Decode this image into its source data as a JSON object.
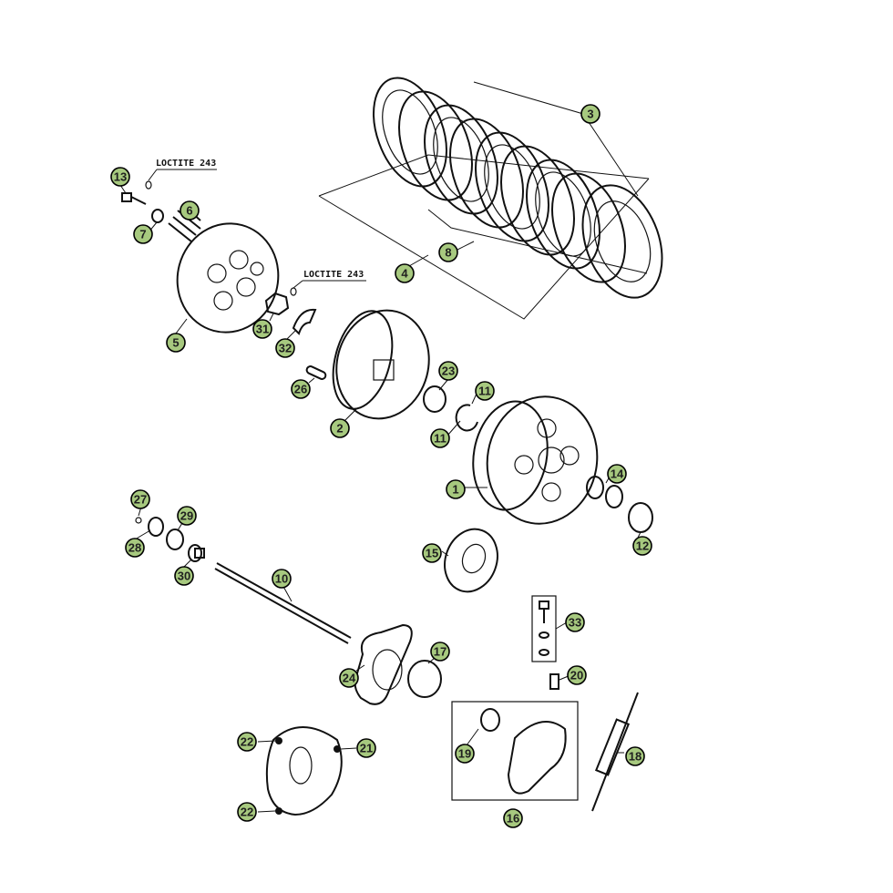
{
  "notes": {
    "loctite_top": "LOCTITE 243",
    "loctite_mid": "LOCTITE 243"
  },
  "callouts": [
    {
      "id": "c1",
      "label": "1"
    },
    {
      "id": "c2",
      "label": "2"
    },
    {
      "id": "c3",
      "label": "3"
    },
    {
      "id": "c4",
      "label": "4"
    },
    {
      "id": "c5",
      "label": "5"
    },
    {
      "id": "c6",
      "label": "6"
    },
    {
      "id": "c7",
      "label": "7"
    },
    {
      "id": "c8",
      "label": "8"
    },
    {
      "id": "c10",
      "label": "10"
    },
    {
      "id": "c11a",
      "label": "11"
    },
    {
      "id": "c11b",
      "label": "11"
    },
    {
      "id": "c12",
      "label": "12"
    },
    {
      "id": "c13",
      "label": "13"
    },
    {
      "id": "c14",
      "label": "14"
    },
    {
      "id": "c15",
      "label": "15"
    },
    {
      "id": "c16",
      "label": "16"
    },
    {
      "id": "c17",
      "label": "17"
    },
    {
      "id": "c18",
      "label": "18"
    },
    {
      "id": "c19",
      "label": "19"
    },
    {
      "id": "c20",
      "label": "20"
    },
    {
      "id": "c21",
      "label": "21"
    },
    {
      "id": "c22a",
      "label": "22"
    },
    {
      "id": "c22b",
      "label": "22"
    },
    {
      "id": "c23",
      "label": "23"
    },
    {
      "id": "c24",
      "label": "24"
    },
    {
      "id": "c26",
      "label": "26"
    },
    {
      "id": "c27",
      "label": "27"
    },
    {
      "id": "c28",
      "label": "28"
    },
    {
      "id": "c29",
      "label": "29"
    },
    {
      "id": "c30",
      "label": "30"
    },
    {
      "id": "c31",
      "label": "31"
    },
    {
      "id": "c32",
      "label": "32"
    },
    {
      "id": "c33",
      "label": "33"
    }
  ],
  "colors": {
    "callout_fill": "#a7c97f",
    "line": "#111111",
    "background": "#ffffff"
  }
}
